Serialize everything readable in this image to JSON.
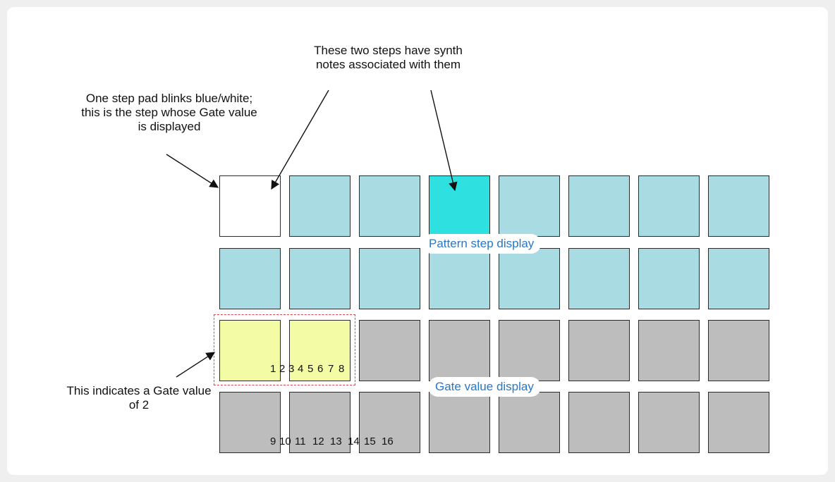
{
  "colors": {
    "pad_light_blue": "#a9dbe3",
    "pad_cyan": "#2fe0e0",
    "pad_white": "#ffffff",
    "pad_yellow": "#f3fba5",
    "pad_gray": "#bdbdbd",
    "label_blue": "#2777c9",
    "selection_red": "#d9474f"
  },
  "annotations": {
    "blink_note": "One step pad blinks blue/white; this is the step whose Gate value is displayed",
    "synth_note": "These two steps have synth notes associated with them",
    "gate_note": "This indicates a Gate value of 2"
  },
  "labels": {
    "pattern_step": "Pattern step display",
    "gate_value": "Gate value display"
  },
  "gate_numbers_row1": [
    "1",
    "2",
    "3",
    "4",
    "5",
    "6",
    "7",
    "8"
  ],
  "gate_numbers_row2": [
    "9",
    "10",
    "11",
    "12",
    "13",
    "14",
    "15",
    "16"
  ],
  "pad_rows": [
    [
      "white",
      "blue",
      "blue",
      "cyan",
      "blue",
      "blue",
      "blue",
      "blue"
    ],
    [
      "blue",
      "blue",
      "blue",
      "blue",
      "blue",
      "blue",
      "blue",
      "blue"
    ],
    [
      "yellow",
      "yellow",
      "gray",
      "gray",
      "gray",
      "gray",
      "gray",
      "gray"
    ],
    [
      "gray",
      "gray",
      "gray",
      "gray",
      "gray",
      "gray",
      "gray",
      "gray"
    ]
  ]
}
